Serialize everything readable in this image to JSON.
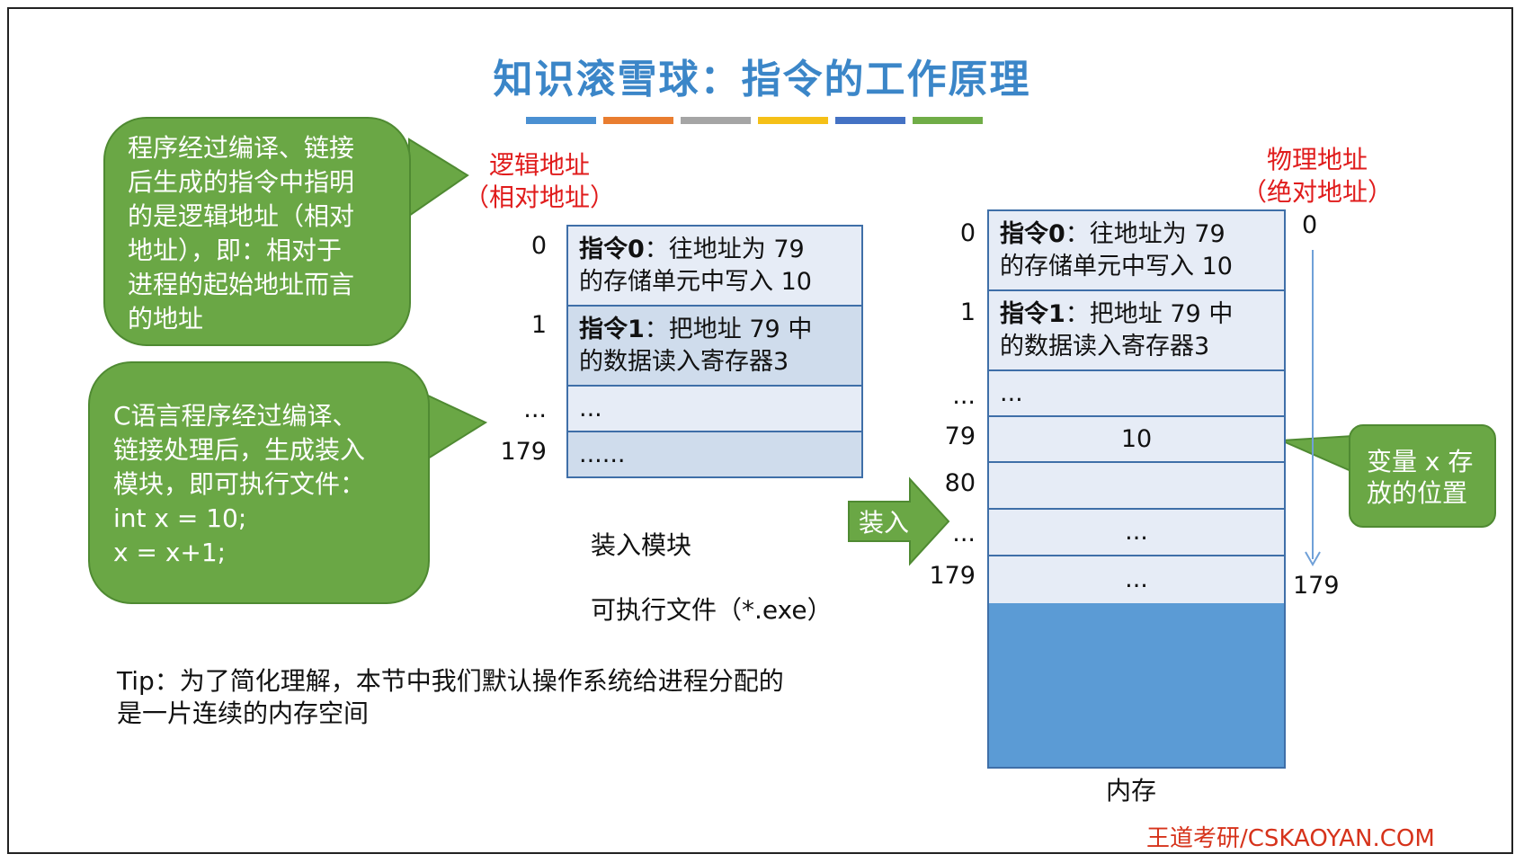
{
  "title": "知识滚雪球：指令的工作原理",
  "stripe_colors": [
    "#4a90d2",
    "#e97d30",
    "#a5a5a5",
    "#f5c017",
    "#4472c4",
    "#70ad47"
  ],
  "bubble1": {
    "text": "程序经过编译、链接\n后生成的指令中指明\n的是逻辑地址（相对\n地址），即：相对于\n进程的起始地址而言\n的地址"
  },
  "bubble2": {
    "text": "C语言程序经过编译、\n链接处理后，生成装入\n模块，即可执行文件：\nint x = 10;\nx = x+1;"
  },
  "logical_label": {
    "line1": "逻辑地址",
    "line2": "（相对地址）"
  },
  "physical_label": {
    "line1": "物理地址",
    "line2": "（绝对地址）"
  },
  "module": {
    "addresses": [
      "0",
      "1",
      "...",
      "179"
    ],
    "rows": [
      {
        "bold": "指令0",
        "rest": "：往地址为 79",
        "line2": "的存储单元中写入 10"
      },
      {
        "bold": "指令1",
        "rest": "：把地址 79 中",
        "line2": "的数据读入寄存器3"
      },
      {
        "text": "..."
      },
      {
        "text": "......"
      }
    ],
    "caption_line1": "装入模块",
    "caption_line2": "可执行文件（*.exe）"
  },
  "load_arrow_label": "装入",
  "memory": {
    "addresses": [
      "0",
      "1",
      "...",
      "79",
      "80",
      "...",
      "179"
    ],
    "rows": [
      {
        "bold": "指令0",
        "rest": "：往地址为 79",
        "line2": "的存储单元中写入 10"
      },
      {
        "bold": "指令1",
        "rest": "：把地址 79 中",
        "line2": "的数据读入寄存器3"
      },
      {
        "text": "..."
      },
      {
        "text": "10"
      },
      {
        "text": ""
      },
      {
        "text": "..."
      },
      {
        "text": "..."
      }
    ],
    "fill_color": "#5b9bd5",
    "label": "内存"
  },
  "range_start": "0",
  "range_end": "179",
  "var_bubble": {
    "text": "变量 x 存\n放的位置"
  },
  "tip": {
    "text": "Tip：为了简化理解，本节中我们默认操作系统给进程分配的\n是一片连续的内存空间"
  },
  "footer": "王道考研/CSKAOYAN.COM"
}
